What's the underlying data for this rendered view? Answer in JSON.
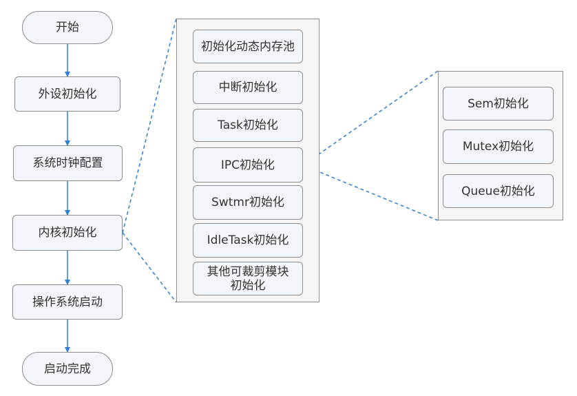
{
  "flow": {
    "start": "开始",
    "peripheral_init": "外设初始化",
    "clock_config": "系统时钟配置",
    "kernel_init": "内核初始化",
    "os_start": "操作系统启动",
    "boot_done": "启动完成"
  },
  "kernel_modules": {
    "items": [
      "初始化动态内存池",
      "中断初始化",
      "Task初始化",
      "IPC初始化",
      "Swtmr初始化",
      "IdleTask初始化",
      "其他可裁剪模块初始化"
    ]
  },
  "ipc_modules": {
    "items": [
      "Sem初始化",
      "Mutex初始化",
      "Queue初始化"
    ]
  },
  "colors": {
    "arrow": "#2e7fcf",
    "border": "#8c8c8c",
    "node_fill": "#f2f6fa",
    "container_fill": "#f5f5f5"
  }
}
